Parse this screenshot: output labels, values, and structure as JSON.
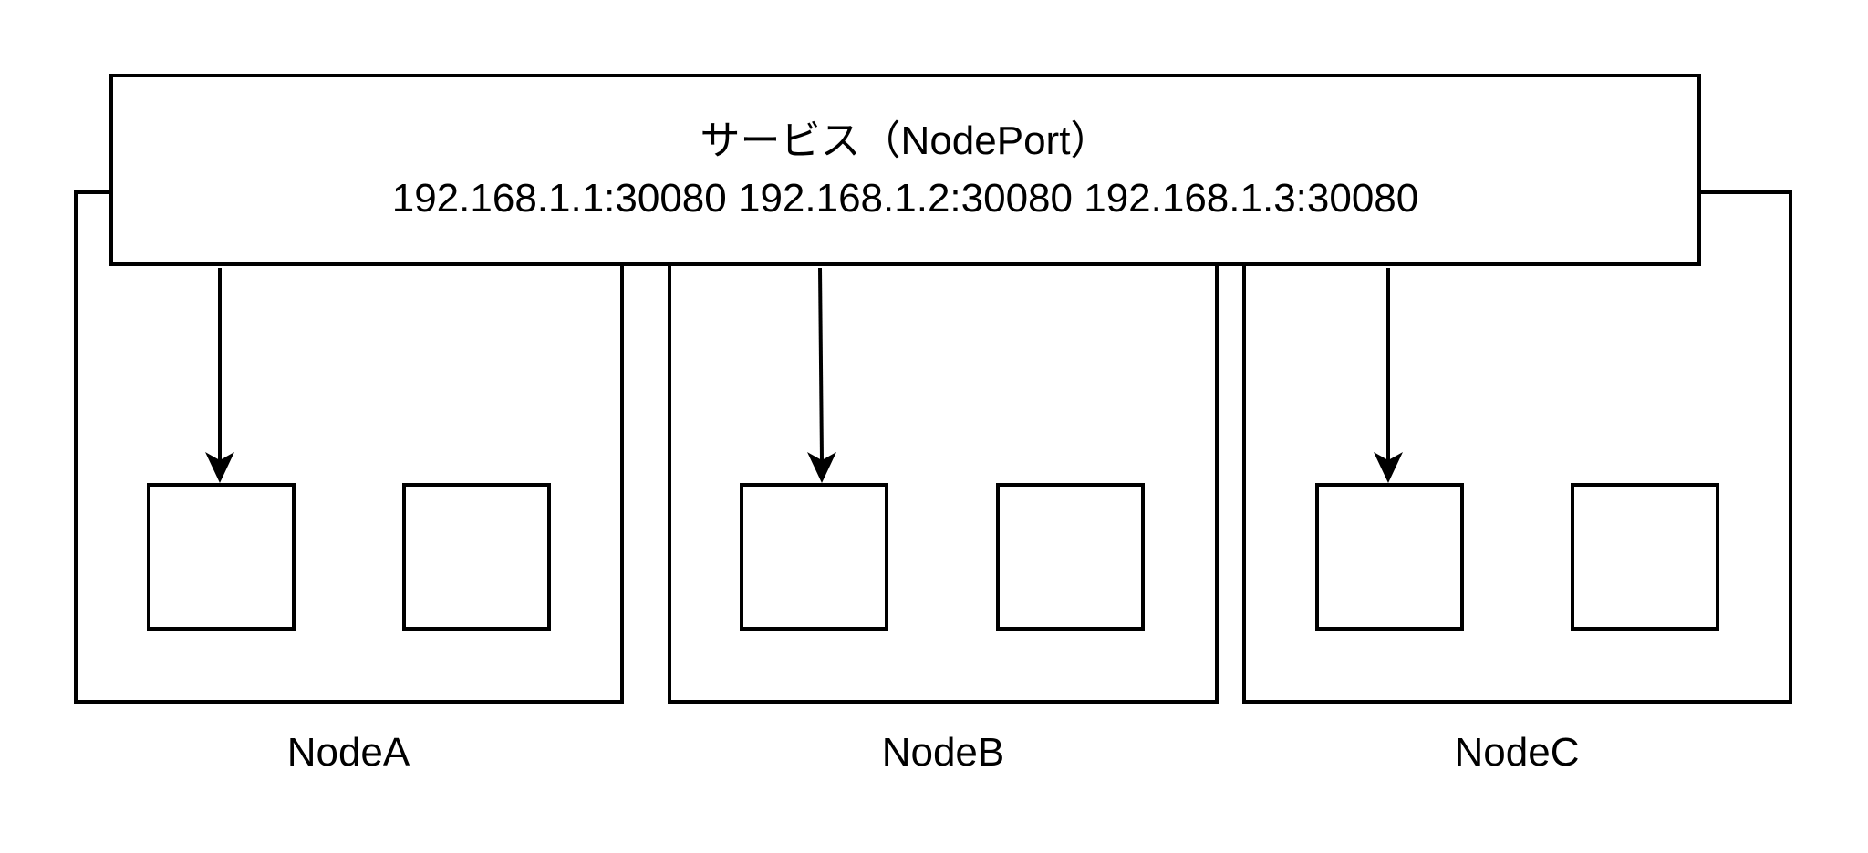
{
  "service": {
    "title": "サービス（NodePort）",
    "endpoints": "192.168.1.1:30080 192.168.1.2:30080 192.168.1.3:30080"
  },
  "nodes": [
    {
      "label": "NodeA"
    },
    {
      "label": "NodeB"
    },
    {
      "label": "NodeC"
    }
  ],
  "colors": {
    "stroke": "#000000",
    "background": "#ffffff"
  }
}
